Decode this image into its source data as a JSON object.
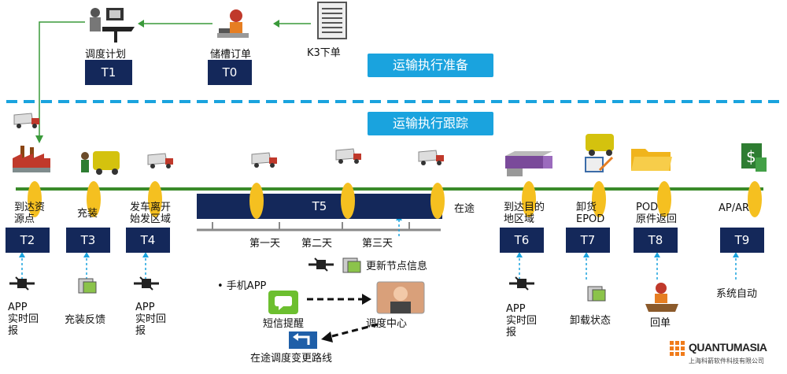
{
  "top": {
    "dispatch_label": "调度计划",
    "order_label": "储槽订单",
    "k3_label": "K3下单",
    "t1": "T1",
    "t0": "T0",
    "phase_prepare": "运输执行准备",
    "phase_track": "运输执行跟踪"
  },
  "milestones": {
    "t2": {
      "code": "T2",
      "label": "到达资\n源点",
      "sub": "APP\n实时回\n报"
    },
    "t3": {
      "code": "T3",
      "label": "充装",
      "sub": "充装反馈"
    },
    "t4": {
      "code": "T4",
      "label": "发车离开\n始发区域",
      "sub": "APP\n实时回\n报"
    },
    "t5": {
      "code": "T5",
      "label": "在途",
      "day1": "第一天",
      "day2": "第二天",
      "day3": "第三天"
    },
    "t6": {
      "code": "T6",
      "label": "到达目的\n地区域",
      "sub": "APP\n实时回\n报"
    },
    "t7": {
      "code": "T7",
      "label": "卸货\nEPOD",
      "sub": "卸载状态"
    },
    "t8": {
      "code": "T8",
      "label": "POD\n原件返回",
      "sub": "回单"
    },
    "t9": {
      "code": "T9",
      "label": "AP/AR",
      "sub": "系统自动"
    }
  },
  "center": {
    "update_node": "更新节点信息",
    "mobile_app": "• 手机APP",
    "sms": "短信提醒",
    "dispatch_center": "调度中心",
    "reroute": "在途调度变更路线"
  },
  "brand": {
    "name": "QUANTUMASIA",
    "sub": "上海科箭软件科技有限公司"
  },
  "colors": {
    "navy": "#14285a",
    "phase_blue": "#1aa3de",
    "timeline_green": "#3a8a2a",
    "marker_yellow": "#f5c020",
    "brand_orange": "#f07b1a"
  }
}
